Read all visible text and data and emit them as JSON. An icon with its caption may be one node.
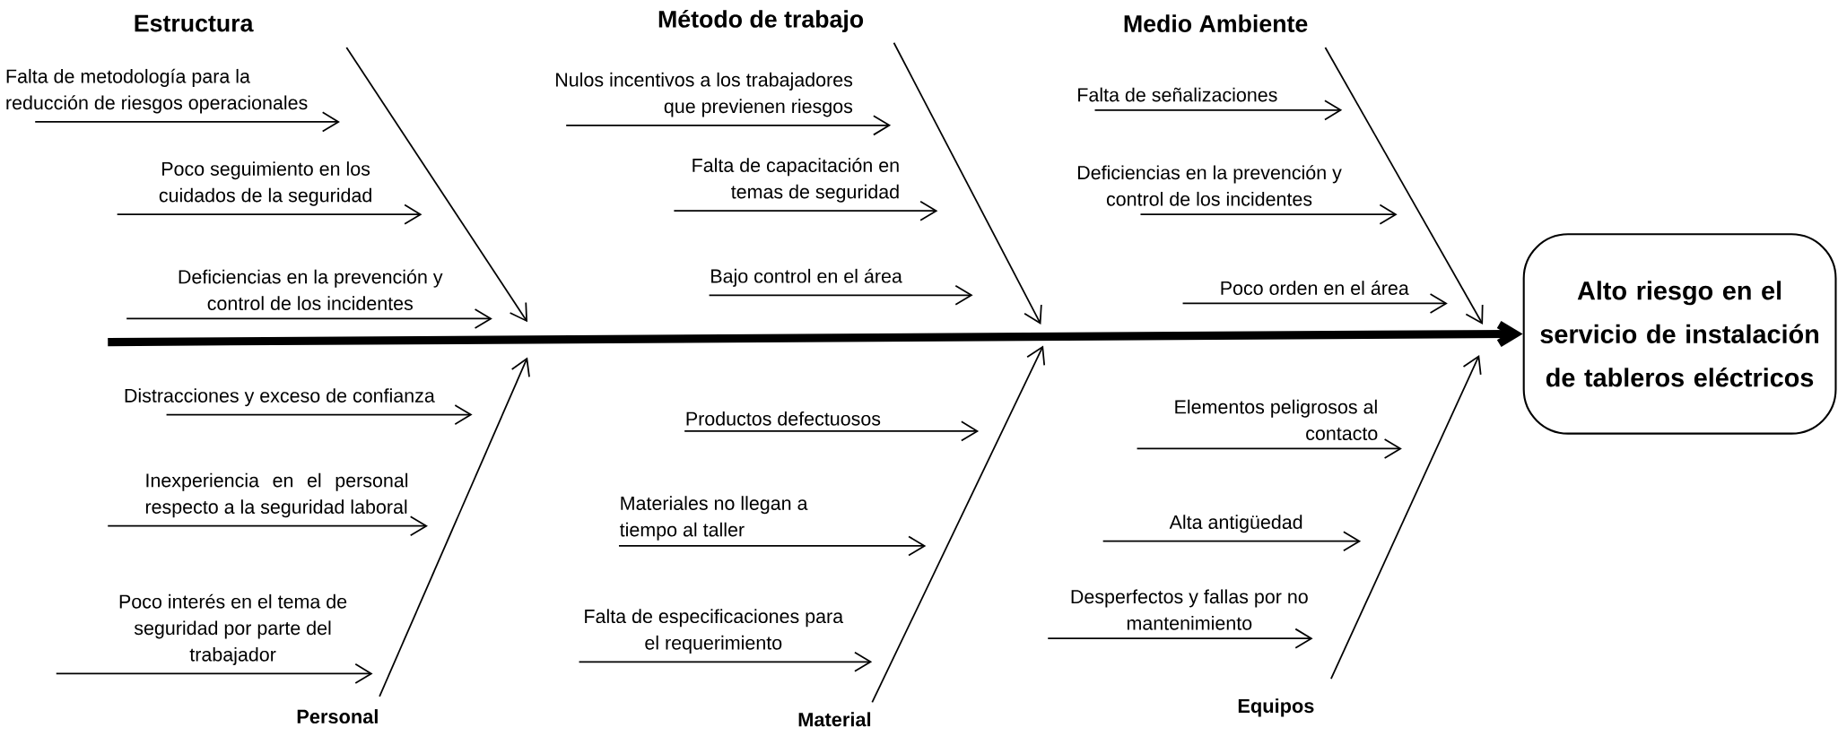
{
  "diagram": {
    "nodes": [
      {
        "text": [
          "Estructura"
        ]
      },
      {
        "text": [
          "Método de trabajo"
        ]
      },
      {
        "text": [
          "Medio Ambiente"
        ]
      },
      {
        "text": [
          "Falta de metodología para la reducción de riesgos operacionales"
        ]
      },
      {
        "text": [
          "Poco seguimiento en los cuidados de la seguridad"
        ]
      },
      {
        "text": [
          "Deficiencias en la prevención y control de los incidentes"
        ]
      },
      {
        "text": [
          "Nulos incentivos a los trabajadores que previenen riesgos"
        ]
      },
      {
        "text": [
          "Falta de capacitación en temas de seguridad"
        ]
      },
      {
        "text": [
          "Bajo control en el área"
        ]
      },
      {
        "text": [
          "Falta de señalizaciones"
        ]
      },
      {
        "text": [
          "Deficiencias en la prevención y control de los incidentes"
        ]
      },
      {
        "text": [
          "Poco orden en el área"
        ]
      },
      {
        "text": [
          "Alto riesgo en el servicio de instalación de tableros eléctricos"
        ]
      },
      {
        "text": [
          "Distracciones y exceso de confianza"
        ]
      },
      {
        "text": [
          "Inexperiencia en el personal respecto a la seguridad laboral"
        ]
      },
      {
        "text": [
          "Poco interés en el tema de seguridad por parte del trabajador"
        ]
      },
      {
        "text": [
          "Productos defectuosos"
        ]
      },
      {
        "text": [
          "Materiales no llegan a tiempo al taller"
        ]
      },
      {
        "text": [
          "Falta de especificaciones para el requerimiento"
        ]
      },
      {
        "text": [
          "Elementos peligrosos al contacto"
        ]
      },
      {
        "text": [
          "Alta antigüedad"
        ]
      },
      {
        "text": [
          "Desperfectos y fallas por no mantenimiento"
        ]
      },
      {
        "text": [
          "Personal"
        ]
      },
      {
        "text": [
          "Material"
        ]
      },
      {
        "text": [
          "Equipos"
        ]
      }
    ],
    "edges": [
      {
        "from": null,
        "to": 12,
        "arrow": "to",
        "style": "thick"
      },
      {
        "from": 0,
        "to": null,
        "arrow": "to"
      },
      {
        "from": 1,
        "to": null,
        "arrow": "to"
      },
      {
        "from": 2,
        "to": null,
        "arrow": "to"
      },
      {
        "from": 22,
        "to": null,
        "arrow": "to"
      },
      {
        "from": 23,
        "to": null,
        "arrow": "to"
      },
      {
        "from": 24,
        "to": null,
        "arrow": "to"
      },
      {
        "from": 3,
        "to": null,
        "arrow": "to"
      },
      {
        "from": 4,
        "to": null,
        "arrow": "to"
      },
      {
        "from": 5,
        "to": null,
        "arrow": "to"
      },
      {
        "from": 6,
        "to": null,
        "arrow": "to"
      },
      {
        "from": 7,
        "to": null,
        "arrow": "to"
      },
      {
        "from": 8,
        "to": null,
        "arrow": "to"
      },
      {
        "from": 9,
        "to": null,
        "arrow": "to"
      },
      {
        "from": 10,
        "to": null,
        "arrow": "to"
      },
      {
        "from": 11,
        "to": null,
        "arrow": "to"
      },
      {
        "from": 13,
        "to": null,
        "arrow": "to"
      },
      {
        "from": 14,
        "to": null,
        "arrow": "to"
      },
      {
        "from": 15,
        "to": null,
        "arrow": "to"
      },
      {
        "from": 16,
        "to": null,
        "arrow": "to"
      },
      {
        "from": 17,
        "to": null,
        "arrow": "to"
      },
      {
        "from": 18,
        "to": null,
        "arrow": "to"
      },
      {
        "from": 19,
        "to": null,
        "arrow": "to"
      },
      {
        "from": 20,
        "to": null,
        "arrow": "to"
      },
      {
        "from": 21,
        "to": null,
        "arrow": "to"
      }
    ]
  }
}
